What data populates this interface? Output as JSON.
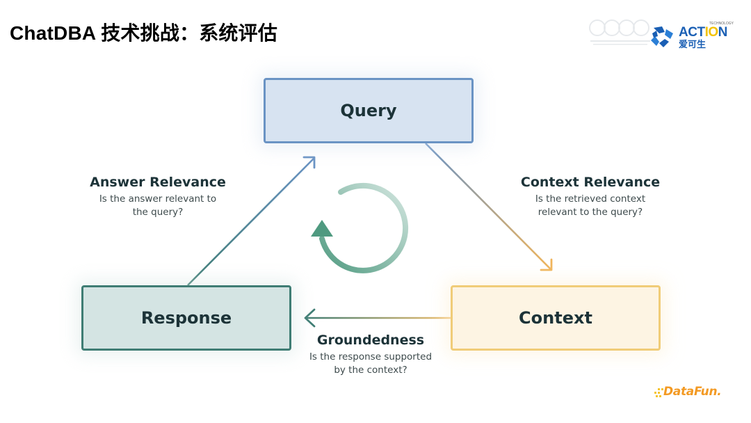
{
  "slide": {
    "title": "ChatDBA 技术挑战：系统评估"
  },
  "logos": {
    "watermark": "ccf-watermark",
    "action": {
      "main_prefix": "ACT",
      "main_highlight": "IO",
      "main_suffix": "N",
      "tagline": "TECHNOLOGY",
      "chinese": "爱可生"
    },
    "datafun": {
      "text": "DataFun."
    }
  },
  "diagram": {
    "nodes": {
      "query": {
        "label": "Query"
      },
      "context": {
        "label": "Context"
      },
      "response": {
        "label": "Response"
      }
    },
    "metrics": {
      "answer_relevance": {
        "title": "Answer Relevance",
        "desc_line1": "Is the answer relevant to",
        "desc_line2": "the query?"
      },
      "context_relevance": {
        "title": "Context Relevance",
        "desc_line1": "Is the retrieved context",
        "desc_line2": "relevant to the query?"
      },
      "groundedness": {
        "title": "Groundedness",
        "desc_line1": "Is the response supported",
        "desc_line2": "by the context?"
      }
    },
    "edges": [
      {
        "from": "query",
        "to": "context",
        "metric": "Context Relevance"
      },
      {
        "from": "context",
        "to": "response",
        "metric": "Groundedness"
      },
      {
        "from": "response",
        "to": "query",
        "metric": "Answer Relevance"
      }
    ],
    "center_icon": "cycle-arrow-icon"
  },
  "colors": {
    "query_border": "#6a93c4",
    "query_fill": "#d7e3f1",
    "response_border": "#3f7d74",
    "response_fill": "#d4e4e3",
    "context_border": "#f0cc78",
    "context_fill": "#fdf4e3",
    "cycle": "#5a9e86",
    "text_dark": "#1c3338"
  }
}
